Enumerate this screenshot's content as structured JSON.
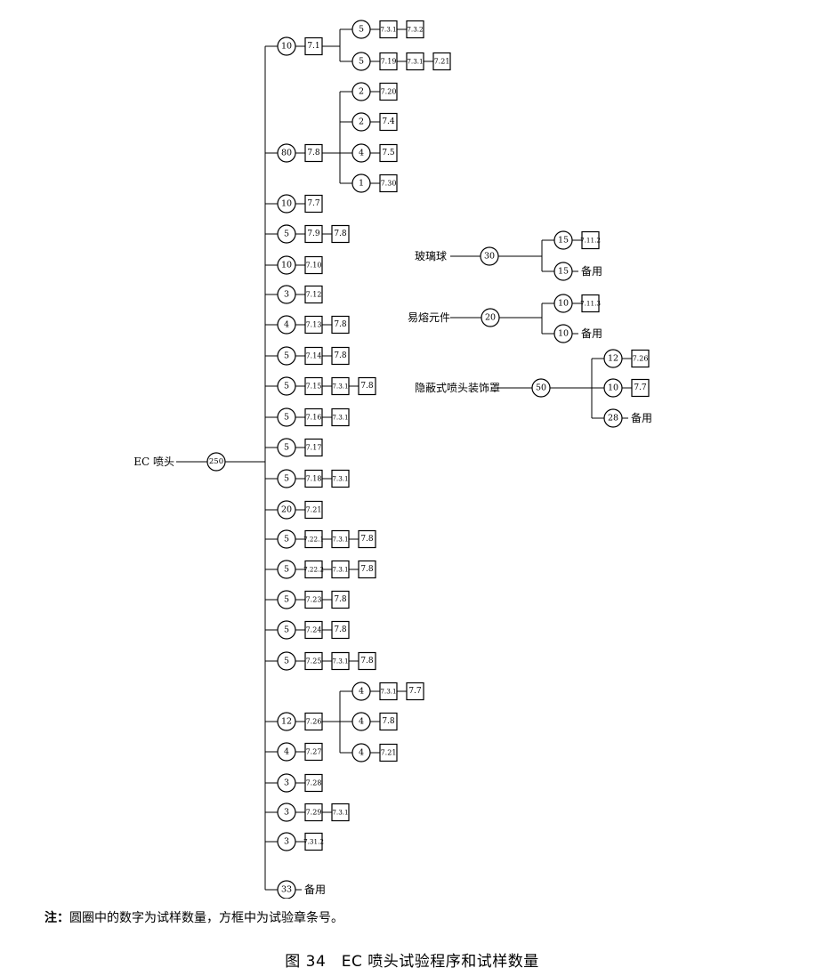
{
  "tree": {
    "label": "EC 喷头",
    "count": "250",
    "children": [
      {
        "count": "10",
        "sections": [
          "7.1"
        ],
        "children": [
          {
            "count": "5",
            "sections": [
              "7.3.1",
              "7.3.2"
            ]
          },
          {
            "count": "5",
            "sections": [
              "7.19",
              "7.3.1",
              "7.21"
            ]
          }
        ]
      },
      {
        "count": "80",
        "sections": [
          "7.8"
        ],
        "children": [
          {
            "count": "2",
            "sections": [
              "7.20"
            ]
          },
          {
            "count": "2",
            "sections": [
              "7.4"
            ]
          },
          {
            "count": "4",
            "sections": [
              "7.5"
            ]
          },
          {
            "count": "1",
            "sections": [
              "7.30"
            ]
          }
        ]
      },
      {
        "count": "10",
        "sections": [
          "7.7"
        ]
      },
      {
        "count": "5",
        "sections": [
          "7.9",
          "7.8"
        ]
      },
      {
        "count": "10",
        "sections": [
          "7.10"
        ]
      },
      {
        "count": "3",
        "sections": [
          "7.12"
        ]
      },
      {
        "count": "4",
        "sections": [
          "7.13",
          "7.8"
        ]
      },
      {
        "count": "5",
        "sections": [
          "7.14",
          "7.8"
        ]
      },
      {
        "count": "5",
        "sections": [
          "7.15",
          "7.3.1",
          "7.8"
        ]
      },
      {
        "count": "5",
        "sections": [
          "7.16",
          "7.3.1"
        ]
      },
      {
        "count": "5",
        "sections": [
          "7.17"
        ]
      },
      {
        "count": "5",
        "sections": [
          "7.18",
          "7.3.1"
        ]
      },
      {
        "count": "20",
        "sections": [
          "7.21"
        ]
      },
      {
        "count": "5",
        "sections": [
          "7.22.1",
          "7.3.1",
          "7.8"
        ]
      },
      {
        "count": "5",
        "sections": [
          "7.22.2",
          "7.3.1",
          "7.8"
        ]
      },
      {
        "count": "5",
        "sections": [
          "7.23",
          "7.8"
        ]
      },
      {
        "count": "5",
        "sections": [
          "7.24",
          "7.8"
        ]
      },
      {
        "count": "5",
        "sections": [
          "7.25",
          "7.3.1",
          "7.8"
        ]
      },
      {
        "count": "12",
        "sections": [
          "7.26"
        ],
        "children": [
          {
            "count": "4",
            "sections": [
              "7.3.1",
              "7.7"
            ]
          },
          {
            "count": "4",
            "sections": [
              "7.8"
            ]
          },
          {
            "count": "4",
            "sections": [
              "7.21"
            ]
          }
        ]
      },
      {
        "count": "4",
        "sections": [
          "7.27"
        ]
      },
      {
        "count": "3",
        "sections": [
          "7.28"
        ]
      },
      {
        "count": "3",
        "sections": [
          "7.29",
          "7.3.1"
        ]
      },
      {
        "count": "3",
        "sections": [
          "7.31.2"
        ]
      },
      {
        "count": "33",
        "spare": "备用"
      }
    ]
  },
  "side_groups": [
    {
      "label": "玻璃球",
      "count": "30",
      "children": [
        {
          "count": "15",
          "sections": [
            "7.11.2"
          ]
        },
        {
          "count": "15",
          "spare": "备用"
        }
      ]
    },
    {
      "label": "易熔元件",
      "count": "20",
      "children": [
        {
          "count": "10",
          "sections": [
            "7.11.3"
          ]
        },
        {
          "count": "10",
          "spare": "备用"
        }
      ]
    },
    {
      "label": "隐蔽式喷头装饰罩",
      "count": "50",
      "children": [
        {
          "count": "12",
          "sections": [
            "7.26"
          ]
        },
        {
          "count": "10",
          "sections": [
            "7.7"
          ]
        },
        {
          "count": "28",
          "spare": "备用"
        }
      ]
    }
  ],
  "note": {
    "prefix": "注：",
    "text": "圆圈中的数字为试样数量，方框中为试验章条号。"
  },
  "caption": "图 34　EC 喷头试验程序和试样数量"
}
